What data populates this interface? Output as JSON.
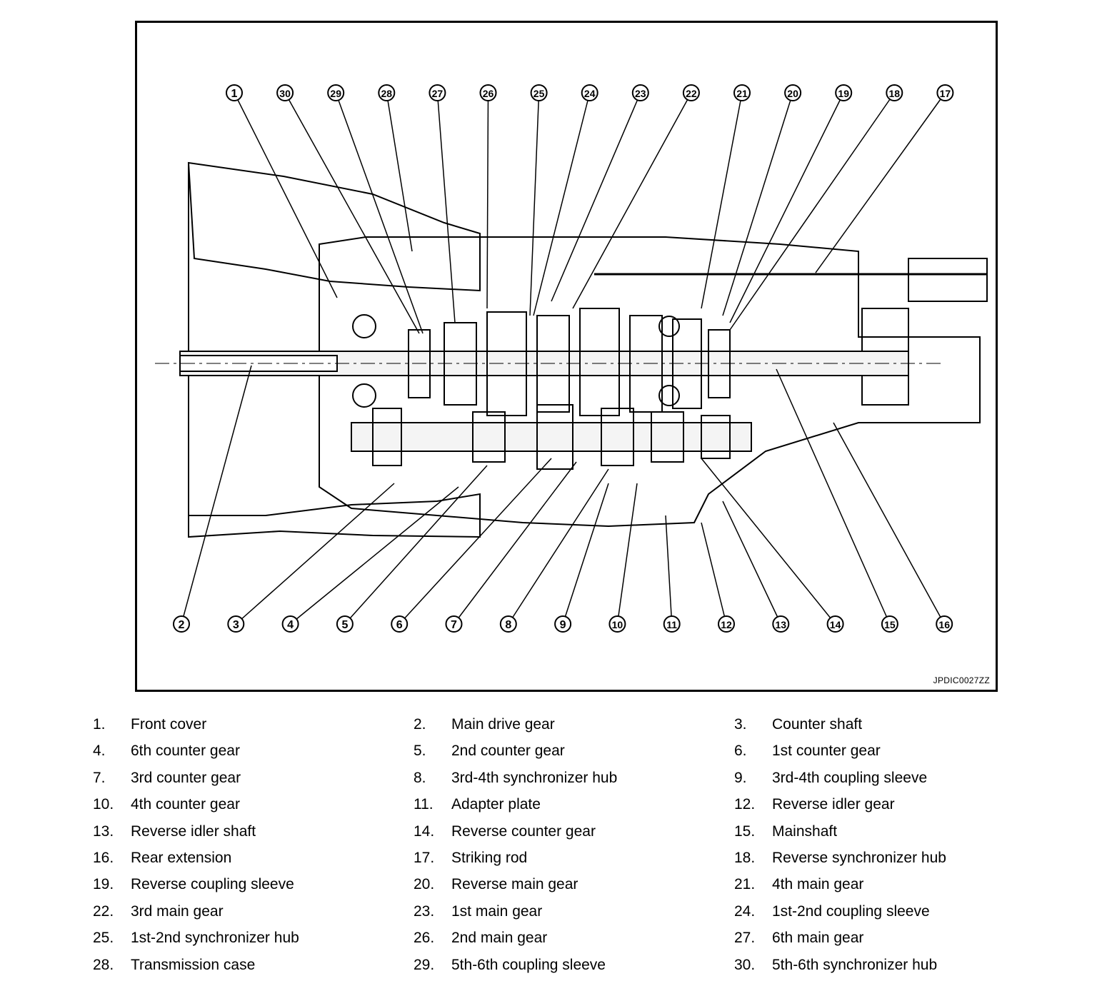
{
  "figure": {
    "reference_code": "JPDIC0027ZZ",
    "callouts_top": [
      "1",
      "30",
      "29",
      "28",
      "27",
      "26",
      "25",
      "24",
      "23",
      "22",
      "21",
      "20",
      "19",
      "18",
      "17"
    ],
    "callouts_bottom": [
      "2",
      "3",
      "4",
      "5",
      "6",
      "7",
      "8",
      "9",
      "10",
      "11",
      "12",
      "13",
      "14",
      "15",
      "16"
    ]
  },
  "legend": [
    {
      "num": "1.",
      "text": "Front cover"
    },
    {
      "num": "2.",
      "text": "Main drive gear"
    },
    {
      "num": "3.",
      "text": "Counter shaft"
    },
    {
      "num": "4.",
      "text": "6th counter gear"
    },
    {
      "num": "5.",
      "text": "2nd counter gear"
    },
    {
      "num": "6.",
      "text": "1st counter gear"
    },
    {
      "num": "7.",
      "text": "3rd counter gear"
    },
    {
      "num": "8.",
      "text": "3rd-4th synchronizer hub"
    },
    {
      "num": "9.",
      "text": "3rd-4th coupling sleeve"
    },
    {
      "num": "10.",
      "text": "4th counter gear"
    },
    {
      "num": "11.",
      "text": "Adapter plate"
    },
    {
      "num": "12.",
      "text": "Reverse idler gear"
    },
    {
      "num": "13.",
      "text": "Reverse idler shaft"
    },
    {
      "num": "14.",
      "text": "Reverse counter gear"
    },
    {
      "num": "15.",
      "text": "Mainshaft"
    },
    {
      "num": "16.",
      "text": "Rear extension"
    },
    {
      "num": "17.",
      "text": "Striking rod"
    },
    {
      "num": "18.",
      "text": "Reverse synchronizer hub"
    },
    {
      "num": "19.",
      "text": "Reverse coupling sleeve"
    },
    {
      "num": "20.",
      "text": "Reverse main gear"
    },
    {
      "num": "21.",
      "text": "4th main gear"
    },
    {
      "num": "22.",
      "text": "3rd main gear"
    },
    {
      "num": "23.",
      "text": "1st main gear"
    },
    {
      "num": "24.",
      "text": "1st-2nd coupling sleeve"
    },
    {
      "num": "25.",
      "text": "1st-2nd synchronizer hub"
    },
    {
      "num": "26.",
      "text": "2nd main gear"
    },
    {
      "num": "27.",
      "text": "6th main gear"
    },
    {
      "num": "28.",
      "text": "Transmission case"
    },
    {
      "num": "29.",
      "text": "5th-6th coupling sleeve"
    },
    {
      "num": "30.",
      "text": "5th-6th synchronizer hub"
    }
  ]
}
